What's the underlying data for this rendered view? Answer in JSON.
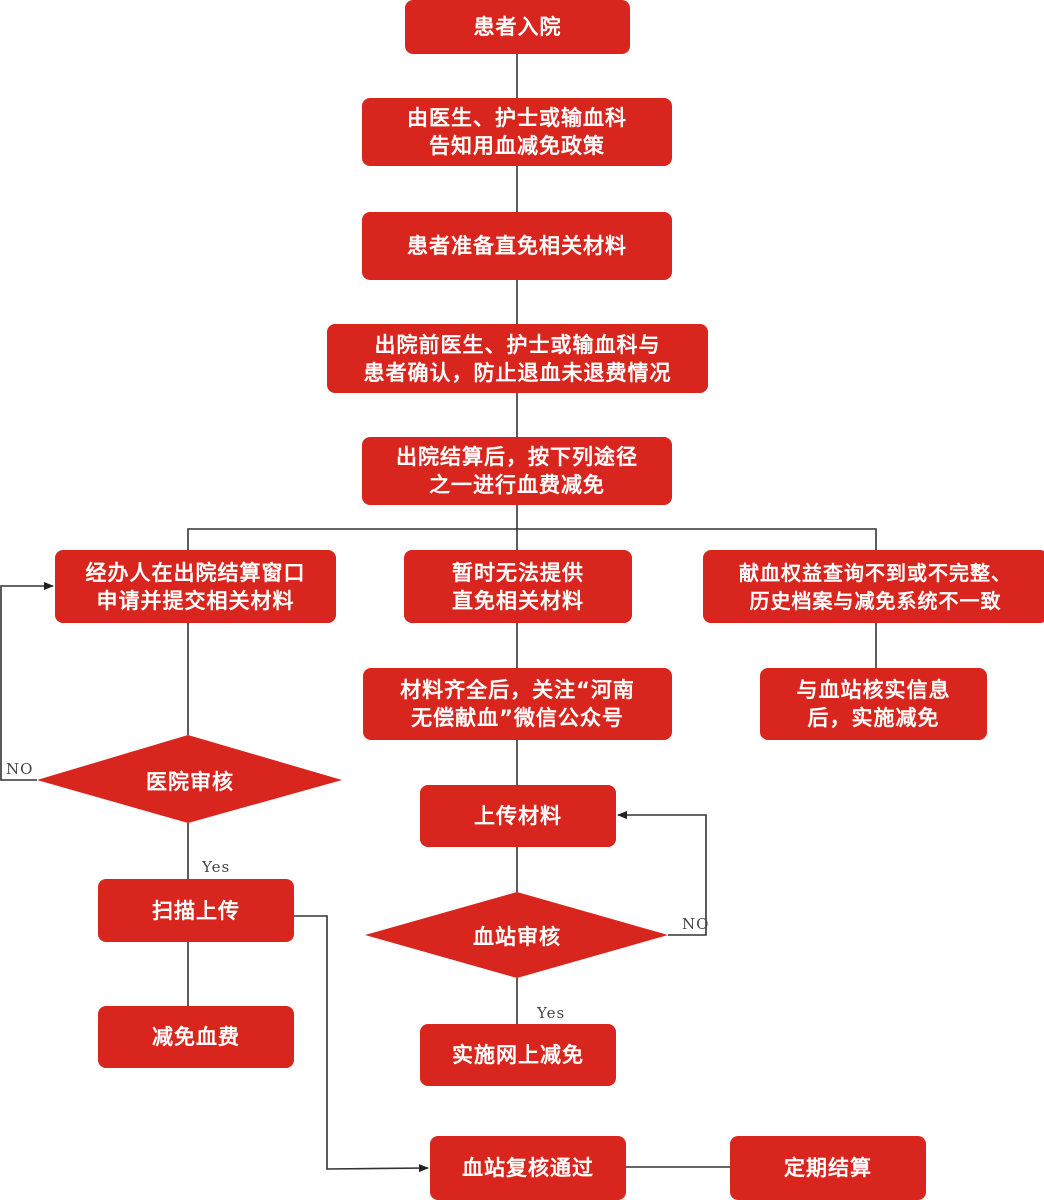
{
  "diagram": {
    "type": "flowchart",
    "colors": {
      "node_fill": "#d8251d",
      "node_text": "#ffffff",
      "line": "#333333",
      "edge_label": "#444444"
    },
    "nodes": {
      "admission": {
        "lines": [
          "患者入院"
        ]
      },
      "inform_policy": {
        "lines": [
          "由医生、护士或输血科",
          "告知用血减免政策"
        ]
      },
      "prepare_materials": {
        "lines": [
          "患者准备直免相关材料"
        ]
      },
      "confirm_before_discharge": {
        "lines": [
          "出院前医生、护士或输血科与",
          "患者确认，防止退血未退费情况"
        ]
      },
      "after_settlement": {
        "lines": [
          "出院结算后，按下列途径",
          "之一进行血费减免"
        ]
      },
      "agent_apply": {
        "lines": [
          "经办人在出院结算窗口",
          "申请并提交相关材料"
        ]
      },
      "cannot_provide": {
        "lines": [
          "暂时无法提供",
          "直免相关材料"
        ]
      },
      "rights_query_issue": {
        "lines": [
          "献血权益查询不到或不完整、",
          "历史档案与减免系统不一致"
        ]
      },
      "verify_with_station": {
        "lines": [
          "与血站核实信息",
          "后，实施减免"
        ]
      },
      "follow_wechat": {
        "lines": [
          "材料齐全后，关注“河南",
          "无偿献血”微信公众号"
        ]
      },
      "upload_materials": {
        "lines": [
          "上传材料"
        ]
      },
      "station_review": {
        "lines": [
          "血站审核"
        ],
        "shape": "diamond"
      },
      "online_reduction": {
        "lines": [
          "实施网上减免"
        ]
      },
      "hospital_review": {
        "lines": [
          "医院审核"
        ],
        "shape": "diamond"
      },
      "scan_upload": {
        "lines": [
          "扫描上传"
        ]
      },
      "reduce_fee": {
        "lines": [
          "减免血费"
        ]
      },
      "station_recheck": {
        "lines": [
          "血站复核通过"
        ]
      },
      "periodic_settlement": {
        "lines": [
          "定期结算"
        ]
      }
    },
    "edges": [
      {
        "from": "admission",
        "to": "inform_policy"
      },
      {
        "from": "inform_policy",
        "to": "prepare_materials"
      },
      {
        "from": "prepare_materials",
        "to": "confirm_before_discharge"
      },
      {
        "from": "confirm_before_discharge",
        "to": "after_settlement"
      },
      {
        "from": "after_settlement",
        "to": "agent_apply"
      },
      {
        "from": "after_settlement",
        "to": "cannot_provide"
      },
      {
        "from": "after_settlement",
        "to": "rights_query_issue"
      },
      {
        "from": "rights_query_issue",
        "to": "verify_with_station"
      },
      {
        "from": "cannot_provide",
        "to": "follow_wechat"
      },
      {
        "from": "follow_wechat",
        "to": "upload_materials"
      },
      {
        "from": "upload_materials",
        "to": "station_review"
      },
      {
        "from": "station_review",
        "to": "online_reduction",
        "label": "Yes"
      },
      {
        "from": "station_review",
        "to": "upload_materials",
        "label": "NO"
      },
      {
        "from": "agent_apply",
        "to": "hospital_review"
      },
      {
        "from": "hospital_review",
        "to": "agent_apply",
        "label": "NO"
      },
      {
        "from": "hospital_review",
        "to": "scan_upload",
        "label": "Yes"
      },
      {
        "from": "scan_upload",
        "to": "reduce_fee"
      },
      {
        "from": "scan_upload",
        "to": "station_recheck"
      },
      {
        "from": "station_recheck",
        "to": "periodic_settlement"
      }
    ],
    "edge_labels": {
      "hospital_no": "NO",
      "hospital_yes": "Yes",
      "station_no": "NO",
      "station_yes": "Yes"
    }
  }
}
